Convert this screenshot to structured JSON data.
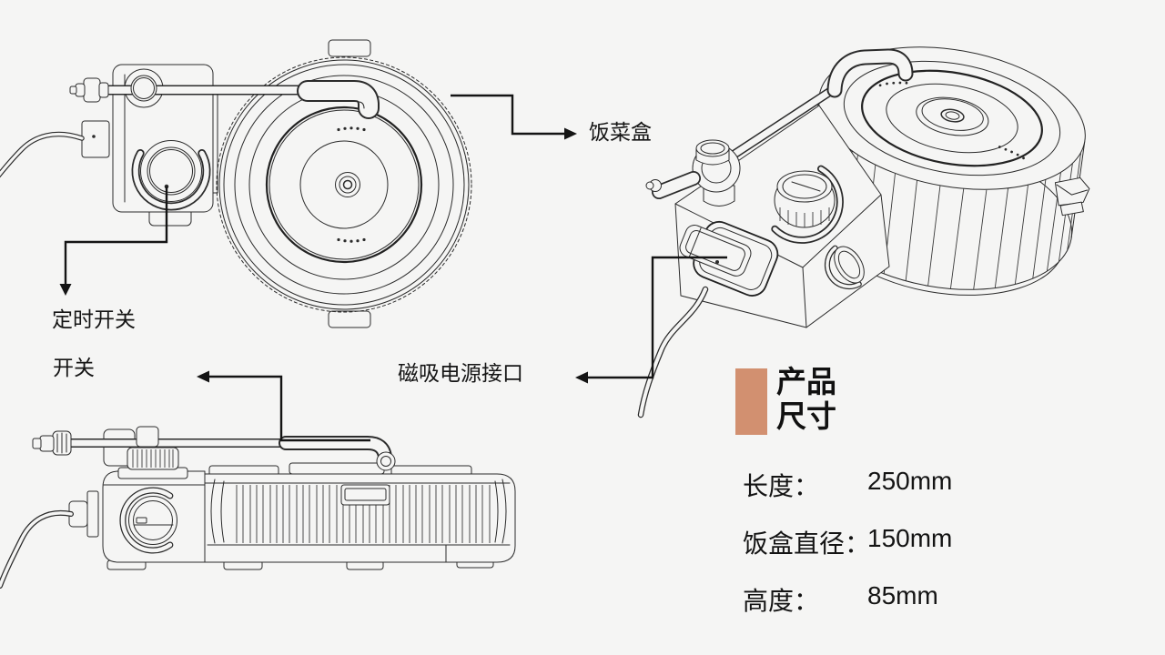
{
  "page": {
    "background": "#f5f5f4",
    "line_color": "#2b2b2b",
    "text_color": "#151515"
  },
  "annotations": {
    "food_box_label": "饭菜盒",
    "timer_switch_label": "定时开关",
    "switch_label": "开关",
    "magnetic_power_port_label": "磁吸电源接口"
  },
  "spec_panel": {
    "accent_color": "#d29070",
    "title_line1": "产品",
    "title_line2": "尺寸",
    "rows": [
      {
        "label": "长度：",
        "value": "250mm"
      },
      {
        "label": "饭盒直径：",
        "value": "150mm"
      },
      {
        "label": "高度：",
        "value": "85mm"
      }
    ]
  }
}
